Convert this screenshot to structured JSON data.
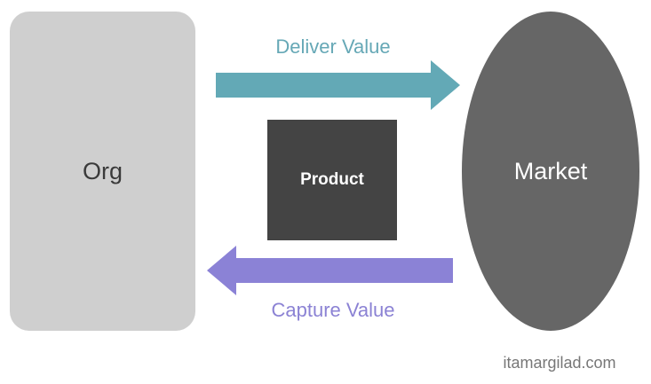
{
  "nodes": {
    "org": {
      "label": "Org"
    },
    "market": {
      "label": "Market"
    },
    "product": {
      "label": "Product"
    }
  },
  "edges": {
    "deliver": {
      "label": "Deliver Value",
      "color": "#63a9b6"
    },
    "capture": {
      "label": "Capture Value",
      "color": "#8b82d6"
    }
  },
  "colors": {
    "org": "#cfcfcf",
    "market": "#666666",
    "product": "#444444"
  },
  "footer": {
    "watermark": "itamargilad.com"
  }
}
